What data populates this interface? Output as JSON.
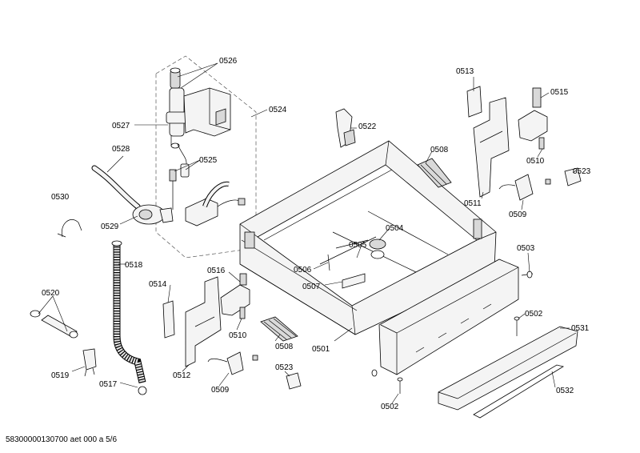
{
  "footer_text": "58300000130700 aet 000 a 5/6",
  "labels": {
    "p0526": "0526",
    "p0524": "0524",
    "p0527": "0527",
    "p0528": "0528",
    "p0525": "0525",
    "p0530": "0530",
    "p0529": "0529",
    "p0518": "0518",
    "p0520": "0520",
    "p0514": "0514",
    "p0516": "0516",
    "p0506": "0506",
    "p0507": "0507",
    "p0505": "0505",
    "p0504": "0504",
    "p0522": "0522",
    "p0508a": "0508",
    "p0513": "0513",
    "p0515": "0515",
    "p0510a": "0510",
    "p0523a": "0523",
    "p0511": "0511",
    "p0509a": "0509",
    "p0503": "0503",
    "p0502a": "0502",
    "p0531": "0531",
    "p0532": "0532",
    "p0502b": "0502",
    "p0501": "0501",
    "p0508b": "0508",
    "p0510b": "0510",
    "p0512": "0512",
    "p0509b": "0509",
    "p0523b": "0523",
    "p0519": "0519",
    "p0517": "0517"
  }
}
